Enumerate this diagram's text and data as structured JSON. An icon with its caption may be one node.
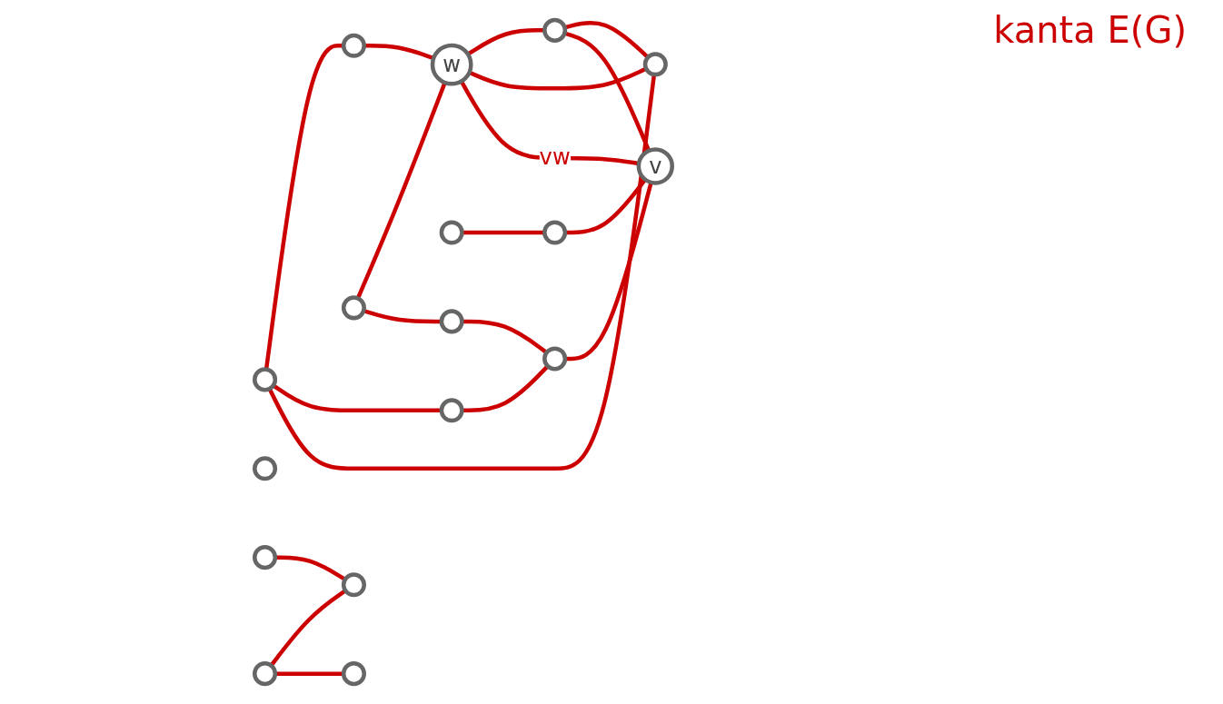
{
  "diagram": {
    "nodes": [
      {
        "text": [],
        "shape": "circle"
      },
      {
        "text": [],
        "shape": "circle"
      },
      {
        "text": [],
        "shape": "circle"
      },
      {
        "text": [],
        "shape": "circle"
      },
      {
        "text": [],
        "shape": "circle"
      },
      {
        "text": [],
        "shape": "circle"
      },
      {
        "text": [],
        "shape": "circle"
      },
      {
        "text": [],
        "shape": "circle"
      },
      {
        "text": [
          "w"
        ]
      },
      {
        "text": [],
        "shape": "circle"
      },
      {
        "text": [],
        "shape": "circle"
      },
      {
        "text": [],
        "shape": "circle"
      },
      {
        "text": [],
        "shape": "circle"
      },
      {
        "text": [],
        "shape": "circle"
      },
      {
        "text": [],
        "shape": "circle"
      },
      {
        "text": [
          "v"
        ]
      },
      {
        "text": [],
        "shape": "circle"
      }
    ],
    "edges": [
      {
        "from": 1,
        "to": 0,
        "arrow": "none"
      },
      {
        "from": 0,
        "to": 8,
        "arrow": "none"
      },
      {
        "from": 1,
        "to": 7,
        "arrow": "none"
      },
      {
        "from": 1,
        "to": 13,
        "arrow": "none"
      },
      {
        "from": 7,
        "to": 11,
        "arrow": "none"
      },
      {
        "from": 3,
        "to": 12,
        "arrow": "none"
      },
      {
        "from": 4,
        "to": 8,
        "arrow": "none"
      },
      {
        "from": 4,
        "to": 2,
        "arrow": "none"
      },
      {
        "from": 2,
        "to": 11,
        "arrow": "none"
      },
      {
        "from": 8,
        "to": 9,
        "arrow": "none"
      },
      {
        "from": 8,
        "to": 13,
        "arrow": "none"
      },
      {
        "from": 8,
        "to": 15,
        "arrow": "none",
        "label": "vw"
      },
      {
        "from": 11,
        "to": 15,
        "arrow": "none"
      },
      {
        "from": 12,
        "to": 15,
        "arrow": "none"
      },
      {
        "from": 9,
        "to": 13,
        "arrow": "none"
      },
      {
        "from": 9,
        "to": 15,
        "arrow": "none"
      },
      {
        "from": 6,
        "to": 16,
        "arrow": "none"
      },
      {
        "from": 10,
        "to": 16,
        "arrow": "none"
      },
      {
        "from": 10,
        "to": 14,
        "arrow": "none"
      }
    ],
    "labels": [
      "kanta E(G)"
    ]
  }
}
